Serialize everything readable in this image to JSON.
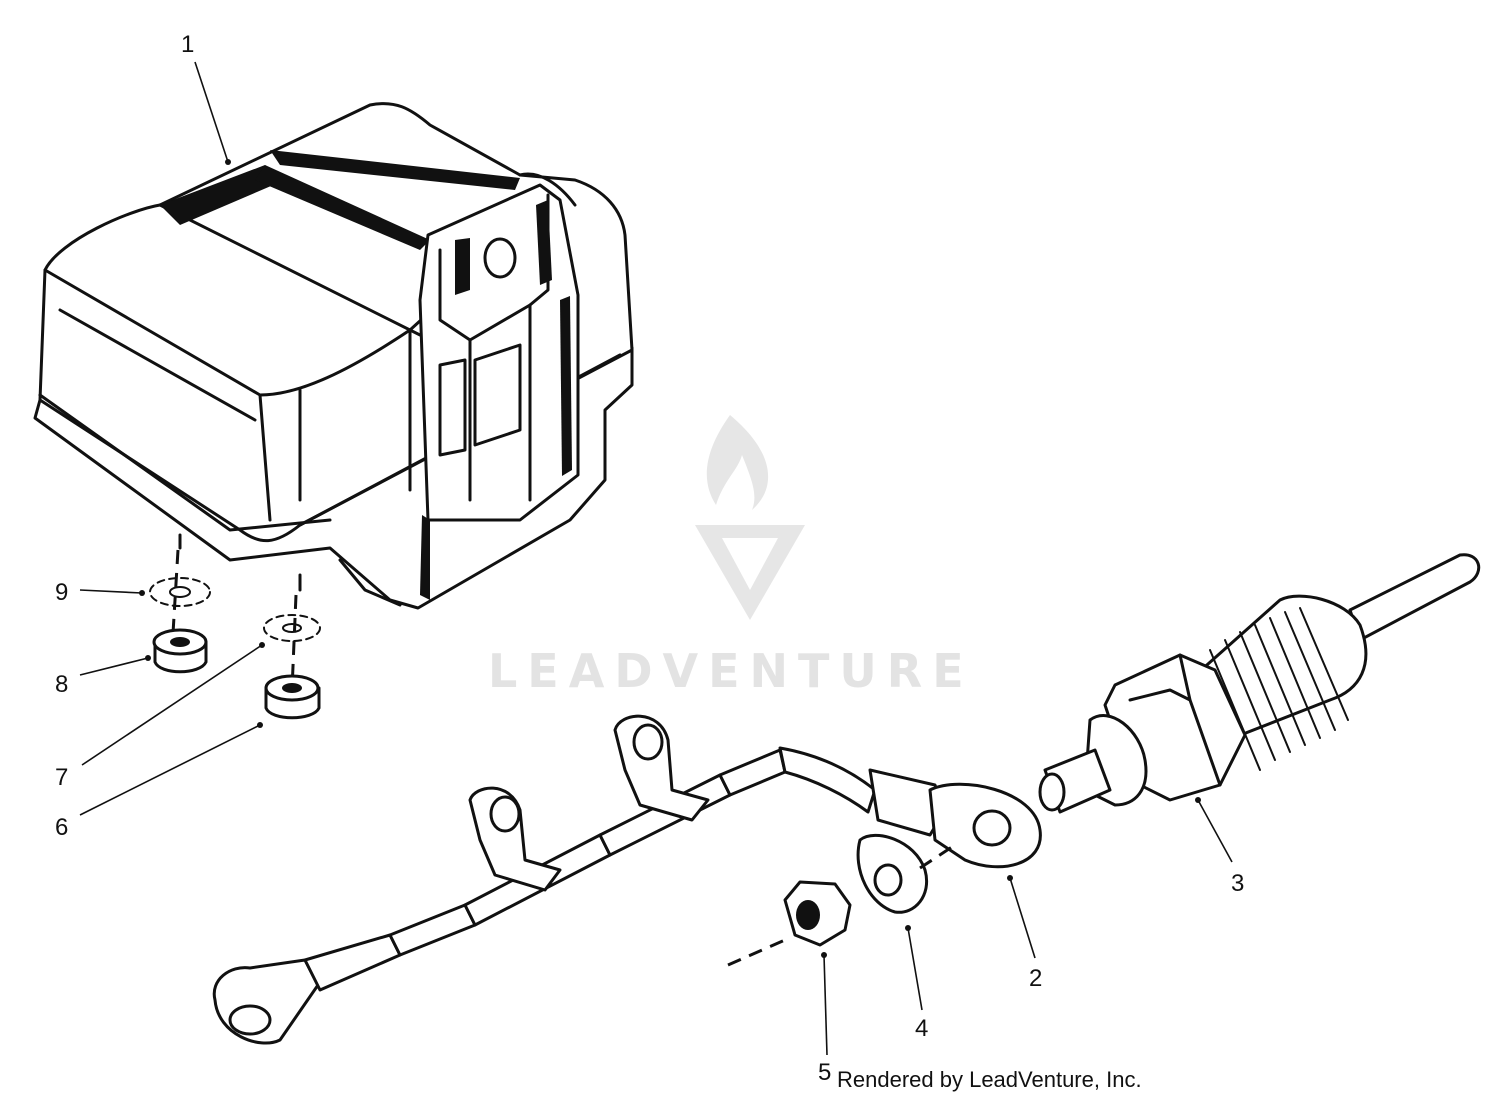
{
  "watermark": {
    "text": "LEADVENTURE",
    "icon": "flame-v-logo-icon"
  },
  "callouts": [
    "1",
    "2",
    "3",
    "4",
    "5",
    "6",
    "7",
    "8",
    "9"
  ],
  "credit": "Rendered by LeadVenture, Inc."
}
